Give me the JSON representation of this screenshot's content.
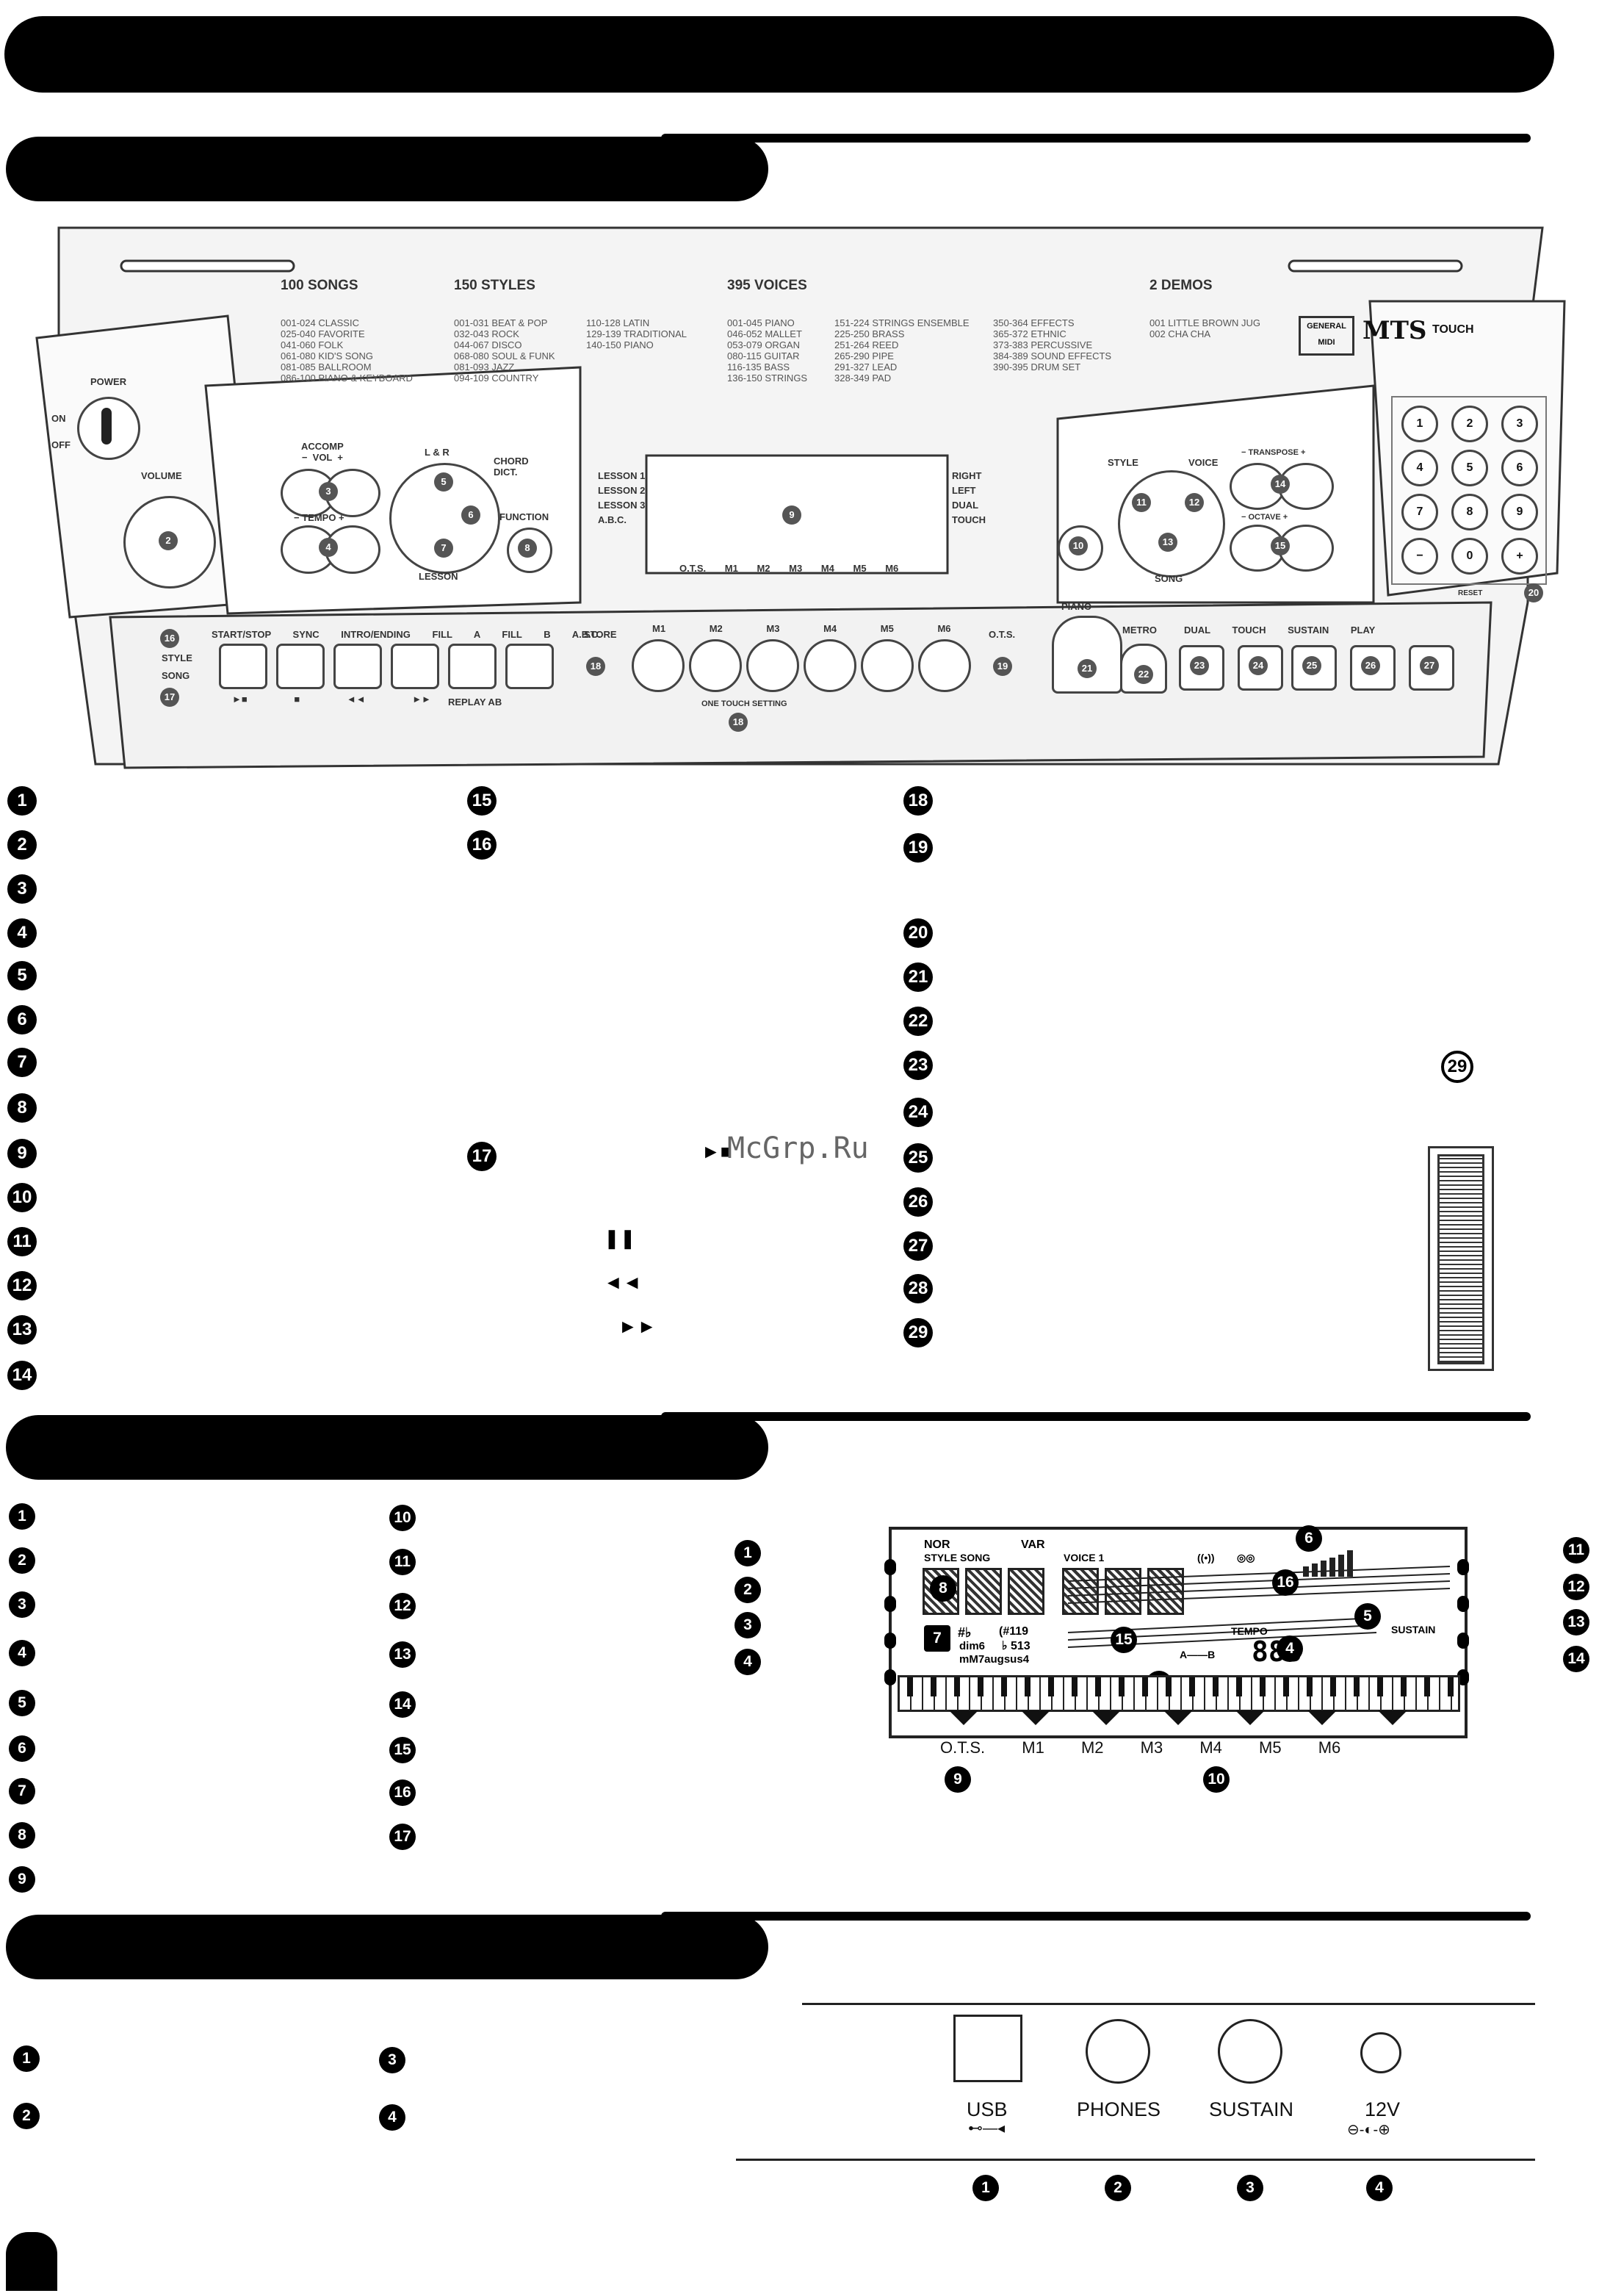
{
  "panel": {
    "songs_title": "100 SONGS",
    "songs_lines": [
      "001-024 CLASSIC",
      "025-040 FAVORITE",
      "041-060 FOLK",
      "061-080 KID'S SONG",
      "081-085 BALLROOM",
      "086-100 PIANO & KEYBOARD"
    ],
    "styles_title": "150 STYLES",
    "styles_lines_a": [
      "001-031 BEAT & POP",
      "032-043 ROCK",
      "044-067 DISCO",
      "068-080 SOUL & FUNK",
      "081-093 JAZZ",
      "094-109 COUNTRY"
    ],
    "styles_lines_b": [
      "110-128 LATIN",
      "129-139 TRADITIONAL",
      "140-150 PIANO"
    ],
    "voices_title": "395 VOICES",
    "voices_lines_a": [
      "001-045 PIANO",
      "046-052 MALLET",
      "053-079 ORGAN",
      "080-115 GUITAR",
      "116-135 BASS",
      "136-150 STRINGS"
    ],
    "voices_lines_b": [
      "151-224 STRINGS ENSEMBLE",
      "225-250 BRASS",
      "251-264 REED",
      "265-290 PIPE",
      "291-327 LEAD",
      "328-349 PAD"
    ],
    "voices_lines_c": [
      "350-364 EFFECTS",
      "365-372 ETHNIC",
      "373-383 PERCUSSIVE",
      "384-389 SOUND EFFECTS",
      "390-395 DRUM SET"
    ],
    "demos_title": "2 DEMOS",
    "demos_lines": [
      "001 LITTLE BROWN JUG",
      "002 CHA CHA"
    ],
    "power": "POWER",
    "on": "ON",
    "off": "OFF",
    "volume": "VOLUME",
    "accomp_vol": "ACCOMP\n−  VOL  +",
    "tempo": "−  TEMPO  +",
    "lr": "L  &  R",
    "chord_dict": "CHORD\nDICT.",
    "function": "FUNCTION",
    "lesson": "LESSON",
    "lesson_lines": [
      "LESSON 1",
      "LESSON 2",
      "LESSON 3",
      "A.B.C."
    ],
    "right_lines": [
      "RIGHT",
      "LEFT",
      "DUAL",
      "TOUCH"
    ],
    "ots_row": [
      "O.T.S.",
      "M1",
      "M2",
      "M3",
      "M4",
      "M5",
      "M6"
    ],
    "style": "STYLE",
    "voice": "VOICE",
    "song": "SONG",
    "transpose": "−  TRANSPOSE  +",
    "octave": "−  OCTAVE  +",
    "reset": "RESET",
    "keypad": [
      "1",
      "2",
      "3",
      "4",
      "5",
      "6",
      "7",
      "8",
      "9",
      "−",
      "0",
      "+"
    ],
    "bottom_labels": [
      "START/STOP",
      "SYNC",
      "INTRO/ENDING",
      "FILL A",
      "FILL B",
      "A.B.C."
    ],
    "style_song": [
      "STYLE",
      "SONG"
    ],
    "transport_marks": [
      "►■",
      "■",
      "◄◄",
      "►►"
    ],
    "replay": "REPLAY AB",
    "store": "STORE",
    "m_labels": [
      "M1",
      "M2",
      "M3",
      "M4",
      "M5",
      "M6"
    ],
    "ots": "O.T.S.",
    "one_touch": "ONE TOUCH SETTING",
    "piano": "PIANO",
    "metro": "METRO",
    "right_bottom": [
      "DUAL",
      "TOUCH",
      "SUSTAIN",
      "",
      "PLAY"
    ],
    "logo_midi": "GENERAL MIDI",
    "logo_mts": "MTS",
    "logo_touch": "TOUCH"
  },
  "numbers_left": [
    "1",
    "2",
    "3",
    "4",
    "5",
    "6",
    "7",
    "8",
    "9",
    "10",
    "11",
    "12",
    "13",
    "14"
  ],
  "numbers_mid": [
    "15",
    "16",
    "17"
  ],
  "numbers_right": [
    "18",
    "19",
    "20",
    "21",
    "22",
    "23",
    "24",
    "25",
    "26",
    "27",
    "28",
    "29"
  ],
  "glyphs": {
    "play_stop": "►■",
    "pause": "❚❚",
    "rewind": "◄◄",
    "forward": "►►"
  },
  "watermark": "McGrp.Ru",
  "badge_29": "29",
  "lcd_section": {
    "left_numbers": [
      "1",
      "2",
      "3",
      "4",
      "5",
      "6",
      "7",
      "8",
      "9"
    ],
    "mid_numbers": [
      "10",
      "11",
      "12",
      "13",
      "14",
      "15",
      "16",
      "17"
    ],
    "diagram_left": [
      "1",
      "2",
      "3",
      "4"
    ],
    "diagram_right": [
      "11",
      "12",
      "13",
      "14"
    ],
    "lcd_labels": {
      "nor": "NOR",
      "style_song": "STYLE SONG",
      "var": "VAR",
      "voice": "VOICE 1",
      "tempo": "TEMPO",
      "sustain": "SUSTAIN",
      "chord1": "#♭",
      "chord2": "dim6",
      "chord3": "mM7augsus4",
      "chord4": "(#119",
      "chord5": "♭ 513",
      "ab": "A——B",
      "tempo_digits": "888"
    },
    "lcd_markers": [
      "6",
      "8",
      "16",
      "5",
      "7",
      "15",
      "4",
      "17"
    ],
    "ots_row": [
      "O.T.S.",
      "M1",
      "M2",
      "M3",
      "M4",
      "M5",
      "M6"
    ],
    "bottom_markers": [
      "9",
      "10"
    ]
  },
  "rear_section": {
    "left_numbers_a": [
      "1",
      "2"
    ],
    "left_numbers_b": [
      "3",
      "4"
    ],
    "jacks": [
      "USB",
      "PHONES",
      "SUSTAIN",
      "12V"
    ],
    "jack_numbers": [
      "1",
      "2",
      "3",
      "4"
    ]
  }
}
